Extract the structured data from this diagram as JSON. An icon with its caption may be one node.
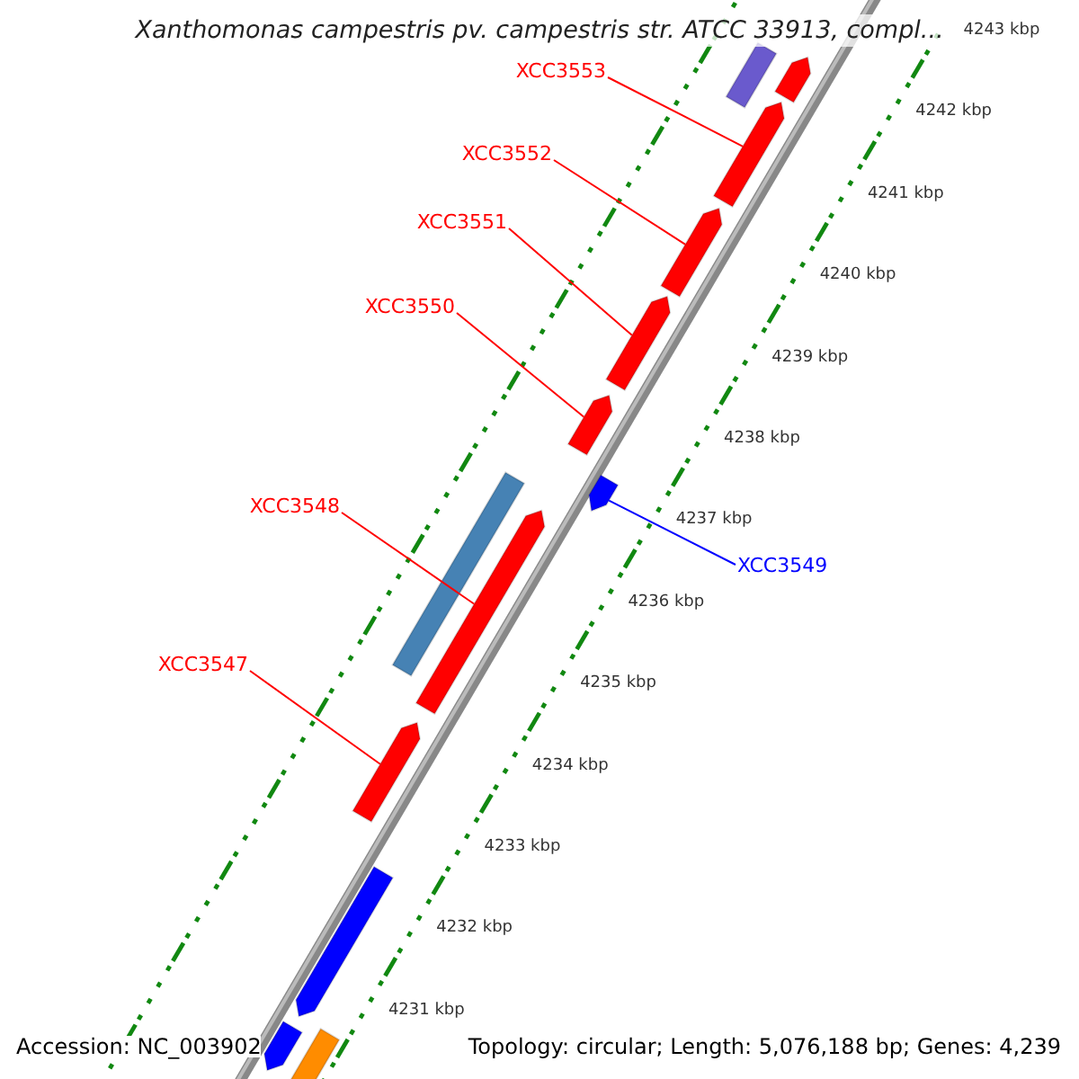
{
  "diagram": {
    "title": "Xanthomonas campestris pv. campestris str. ATCC 33913, compl...",
    "nodes": [
      {
        "text": [
          "XCC3553"
        ]
      },
      {
        "text": [],
        "shape": "bar"
      },
      {
        "text": [
          "XCC3552"
        ]
      },
      {
        "text": [],
        "shape": "bar"
      },
      {
        "text": [
          "XCC3551"
        ]
      },
      {
        "text": [],
        "shape": "bar"
      },
      {
        "text": [
          "XCC3550"
        ]
      },
      {
        "text": [],
        "shape": "bar"
      },
      {
        "text": [
          "XCC3548"
        ]
      },
      {
        "text": [],
        "shape": "bar"
      },
      {
        "text": [
          "XCC3547"
        ]
      },
      {
        "text": [],
        "shape": "bar"
      },
      {
        "text": [
          "XCC3549"
        ]
      },
      {
        "text": [],
        "shape": "bar"
      },
      {
        "text": [],
        "shape": "bar"
      },
      {
        "text": [],
        "shape": "bar"
      },
      {
        "text": [],
        "shape": "bar"
      },
      {
        "text": [],
        "shape": "bar"
      },
      {
        "text": [],
        "shape": "bar"
      },
      {
        "text": [],
        "shape": "bar"
      }
    ],
    "edges": [
      {
        "from": 0,
        "to": 1,
        "arrow": "none"
      },
      {
        "from": 2,
        "to": 3,
        "arrow": "none"
      },
      {
        "from": 4,
        "to": 5,
        "arrow": "none"
      },
      {
        "from": 6,
        "to": 7,
        "arrow": "none"
      },
      {
        "from": 8,
        "to": 9,
        "arrow": "none"
      },
      {
        "from": 10,
        "to": 11,
        "arrow": "none"
      },
      {
        "from": 12,
        "to": 13,
        "arrow": "none",
        "color": "#0000ff"
      }
    ],
    "labels": [
      "4243 kbp",
      "4242 kbp",
      "4241 kbp",
      "4240 kbp",
      "4239 kbp",
      "4238 kbp",
      "4237 kbp",
      "4236 kbp",
      "4235 kbp",
      "4234 kbp",
      "4233 kbp",
      "4232 kbp",
      "4231 kbp",
      "Accession: NC_003902",
      "Topology: circular; Length: 5,076,188 bp; Genes: 4,239"
    ]
  }
}
